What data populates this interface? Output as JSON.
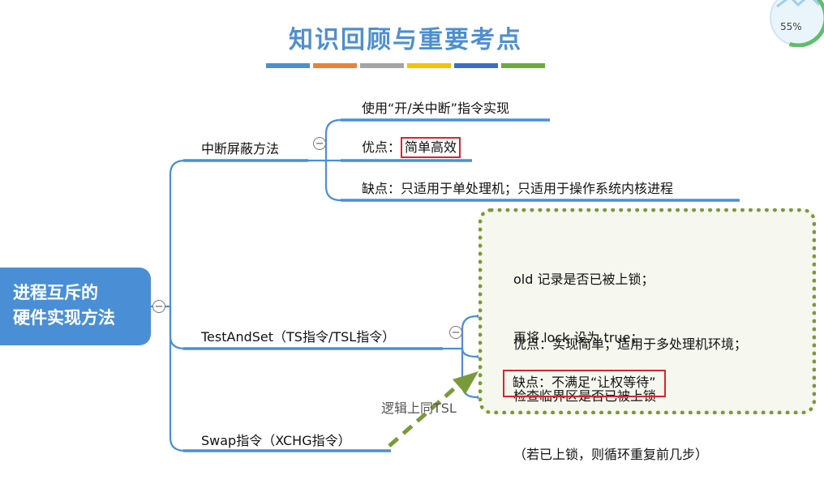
{
  "header": {
    "title": "知识回顾与重要考点",
    "bar_colors": [
      "#4e8fd0",
      "#e8833a",
      "#a5a5a5",
      "#f2c300",
      "#3c6fc3",
      "#6ea93f"
    ]
  },
  "progress": {
    "label": "55%",
    "value": 55
  },
  "mindmap": {
    "root": {
      "line1": "进程互斥的",
      "line2": "硬件实现方法"
    },
    "branches": {
      "interrupt": {
        "label": "中断屏蔽方法",
        "leaves": {
          "impl": "使用“开/关中断”指令实现",
          "pros_prefix": "优点：",
          "pros_value": "简单高效",
          "cons": "缺点：只适用于单处理机；只适用于操作系统内核进程"
        }
      },
      "testandset": {
        "label": "TestAndSet（TS指令/TSL指令）",
        "leaves": {
          "logic_lines": [
            "old 记录是否已被上锁；",
            "再将 lock 设为 true；",
            "检查临界区是否已被上锁",
            "（若已上锁，则循环重复前几步）"
          ],
          "pros": "优点：实现简单；适用于多处理机环境；",
          "cons": "缺点：不满足“让权等待”"
        }
      },
      "swap": {
        "label": "Swap指令（XCHG指令）",
        "arrow_note": "逻辑上同TSL"
      }
    }
  },
  "colors": {
    "root_fill": "#4a8fd6",
    "underline": "#4a8fd6",
    "highlight_border": "#d9252b",
    "dotted_box": "#7a9a3a",
    "arrow": "#7a9a3a"
  }
}
